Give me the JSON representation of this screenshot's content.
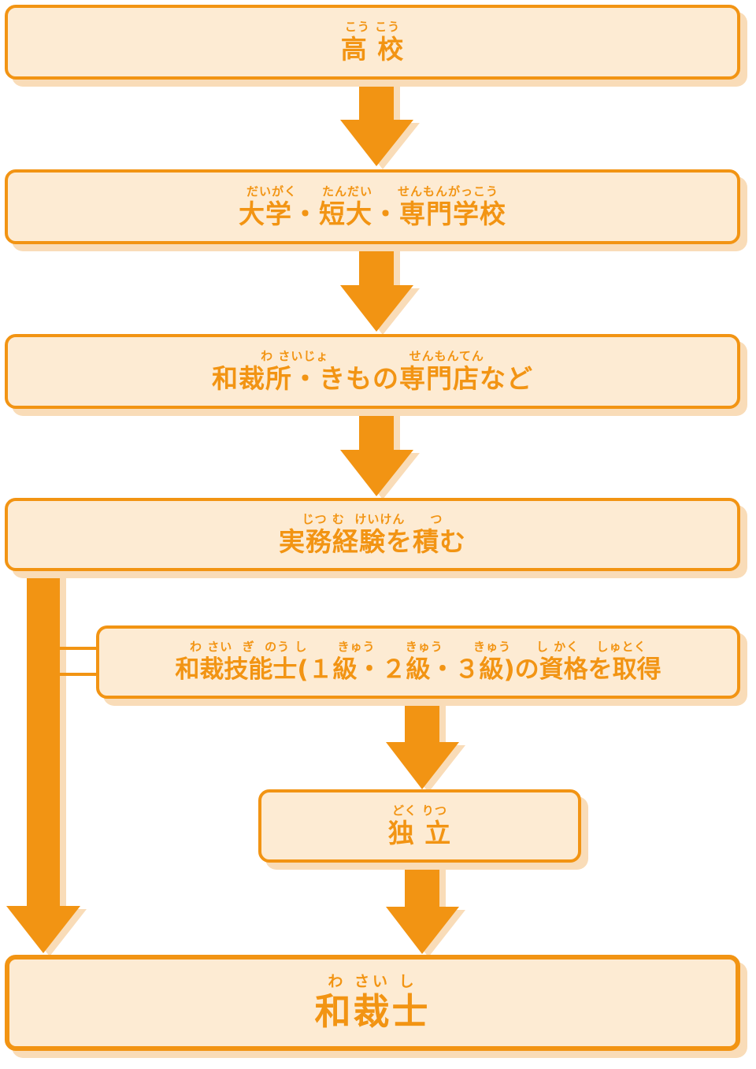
{
  "steps": {
    "high_school": {
      "ruby": "こう こう",
      "label": "高 校"
    },
    "university": {
      "ruby": "だいがく　　たんだい　　せんもんがっこう",
      "label": "大学・短大・専門学校"
    },
    "workplace": {
      "ruby": "わ さいじょ　　　　　　 せんもんてん",
      "label": "和裁所・きもの専門店など"
    },
    "experience": {
      "ruby": "じつ む  けいけん　　つ",
      "label": "実務経験を積む"
    },
    "certification": {
      "ruby": "わ さい  ぎ  のう し　　 きゅう　　 きゅう　　 きゅう　　し かく　 しゅとく",
      "label": "和裁技能士(１級・２級・３級)の資格を取得"
    },
    "independence": {
      "ruby": "どく りつ",
      "label": "独 立"
    },
    "final": {
      "ruby": "わ さい し",
      "label": "和裁士"
    }
  },
  "colors": {
    "accent": "#f29413",
    "box_fill": "#fdebd3",
    "shadow": "#f9dcb8"
  }
}
